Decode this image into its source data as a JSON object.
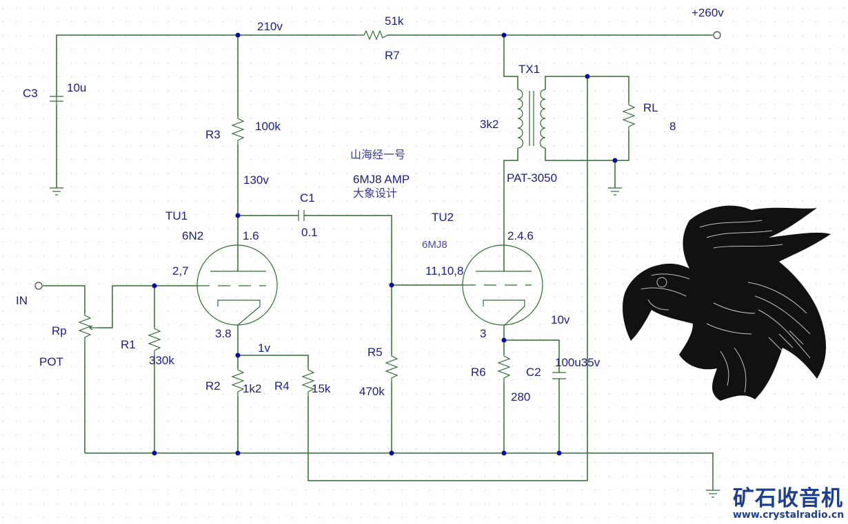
{
  "title": {
    "name_cn": "山海经一号",
    "model": "6MJ8 AMP",
    "designer_cn": "大象设计"
  },
  "colors": {
    "wire": "#2f6b2f",
    "text": "#1c1c86",
    "junction": "#0a0aa8",
    "grid_dot": "#b8b8b8",
    "watermark": "#1e3f8f"
  },
  "nodes": {
    "supply": "+260v",
    "b_plus_2": "210v",
    "plate_tu1": "130v",
    "cathode_tu1": "1v",
    "cathode_tu2": "10v",
    "input": "IN"
  },
  "components": {
    "C3": {
      "ref": "C3",
      "value": "10u"
    },
    "R7": {
      "ref": "R7",
      "value": "51k"
    },
    "R3": {
      "ref": "R3",
      "value": "100k"
    },
    "TX1": {
      "ref": "TX1",
      "value": "3k2",
      "part": "PAT-3050"
    },
    "RL": {
      "ref": "RL",
      "value": "8"
    },
    "C1": {
      "ref": "C1",
      "value": "0.1"
    },
    "TU1": {
      "ref": "TU1",
      "type": "6N2",
      "pins_plate": "1.6",
      "pins_grid": "2,7",
      "pins_cathode": "3.8"
    },
    "TU2": {
      "ref": "TU2",
      "type": "6MJ8",
      "pins_plate": "2.4.6",
      "pins_grid": "11,10,8",
      "pins_cathode": "3"
    },
    "Rp": {
      "ref": "Rp",
      "value": "POT"
    },
    "R1": {
      "ref": "R1",
      "value": "330k"
    },
    "R2": {
      "ref": "R2",
      "value": "1k2"
    },
    "R4": {
      "ref": "R4",
      "value": "15k"
    },
    "R5": {
      "ref": "R5",
      "value": "470k"
    },
    "R6": {
      "ref": "R6",
      "value": "280"
    },
    "C2": {
      "ref": "C2",
      "value": "100u35v"
    }
  },
  "watermark": {
    "site_cn": "矿石收音机",
    "url": "www.crystalradio.cn"
  },
  "image": {
    "illustration": "eagle"
  }
}
